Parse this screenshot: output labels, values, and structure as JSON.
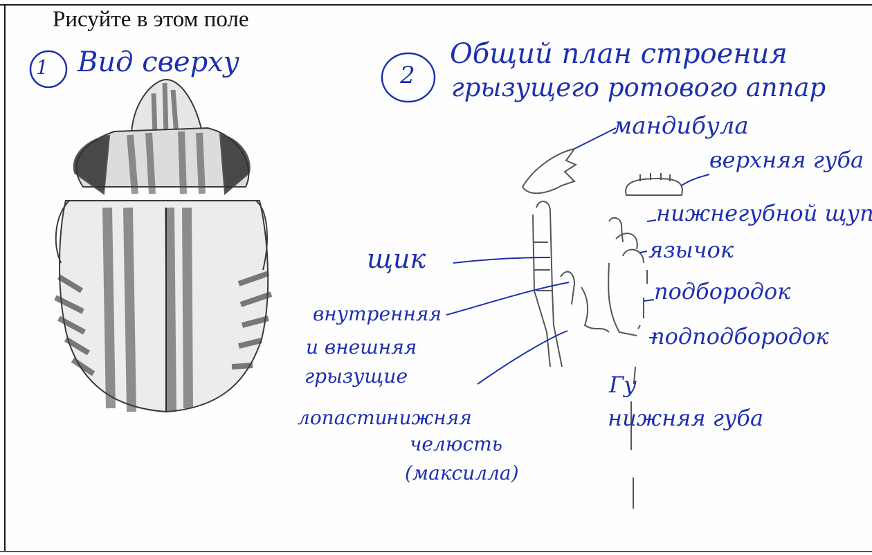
{
  "instruction": "Рисуйте в этом поле",
  "colors": {
    "ink": "#1c2fb0",
    "pencil": "#3a3a3a",
    "frame": "#1a1a1a"
  },
  "drawing_1": {
    "number": "1",
    "title": "Вид сверху"
  },
  "drawing_2": {
    "number": "2",
    "title_line_1": "Общий план строения",
    "title_line_2": "грызущего ротового аппар",
    "labels": {
      "mandible": "мандибула",
      "upper_lip": "верхняя губа",
      "labial_palp": "нижнегубной щуп",
      "tongue": "язычок",
      "chin": "подбородок",
      "subchin": "подподбородок",
      "palp": "щик",
      "lobes_line_1": "внутренняя",
      "lobes_line_2": "и внешняя",
      "lobes_line_3": "грызущие",
      "lobes_line_4": "лопасти",
      "lower_jaw_line_1": "нижняя",
      "lower_jaw_line_2": "челюсть",
      "lower_jaw_line_3": "(максилла)",
      "lower_lip_symbol": "Гу",
      "lower_lip": "нижняя губа"
    }
  }
}
